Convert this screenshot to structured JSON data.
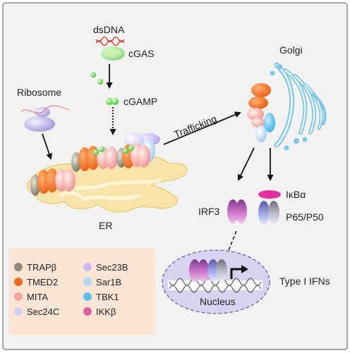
{
  "colors": {
    "panel_bg": "#f2f3f0",
    "panel_border": "#8a8f87",
    "er_fill": "#f8e4a8",
    "er_stroke": "#e6c86a",
    "golgi": "#7fc6e8",
    "legend_bg": "#fbe6d6",
    "nucleus_fill": "#d9d2f0",
    "nucleus_stroke": "#6a5fa0"
  },
  "labels": {
    "dsdna": "dsDNA",
    "cgas": "cGAS",
    "cgamp": "cGAMP",
    "ribosome": "Ribosome",
    "golgi": "Golgi",
    "trafficking": "Trafficking",
    "er": "ER",
    "irf3": "IRF3",
    "ikba": "IκBα",
    "p65p50": "P65/P50",
    "type1": "Type I IFNs",
    "nucleus": "Nucleus"
  },
  "legend": [
    {
      "label": "TRAPβ",
      "color": "#8e8a78"
    },
    {
      "label": "TMED2",
      "color": "#f26a1b"
    },
    {
      "label": "MITA",
      "color": "#f4a6a0"
    },
    {
      "label": "Sec24C",
      "color": "#d4d0f6"
    },
    {
      "label": "Sec23B",
      "color": "#c9b8f0"
    },
    {
      "label": "Sar1B",
      "color": "#b4d6f7"
    },
    {
      "label": "TBK1",
      "color": "#5bc2ee"
    },
    {
      "label": "IKKβ",
      "color": "#e0609c"
    }
  ]
}
